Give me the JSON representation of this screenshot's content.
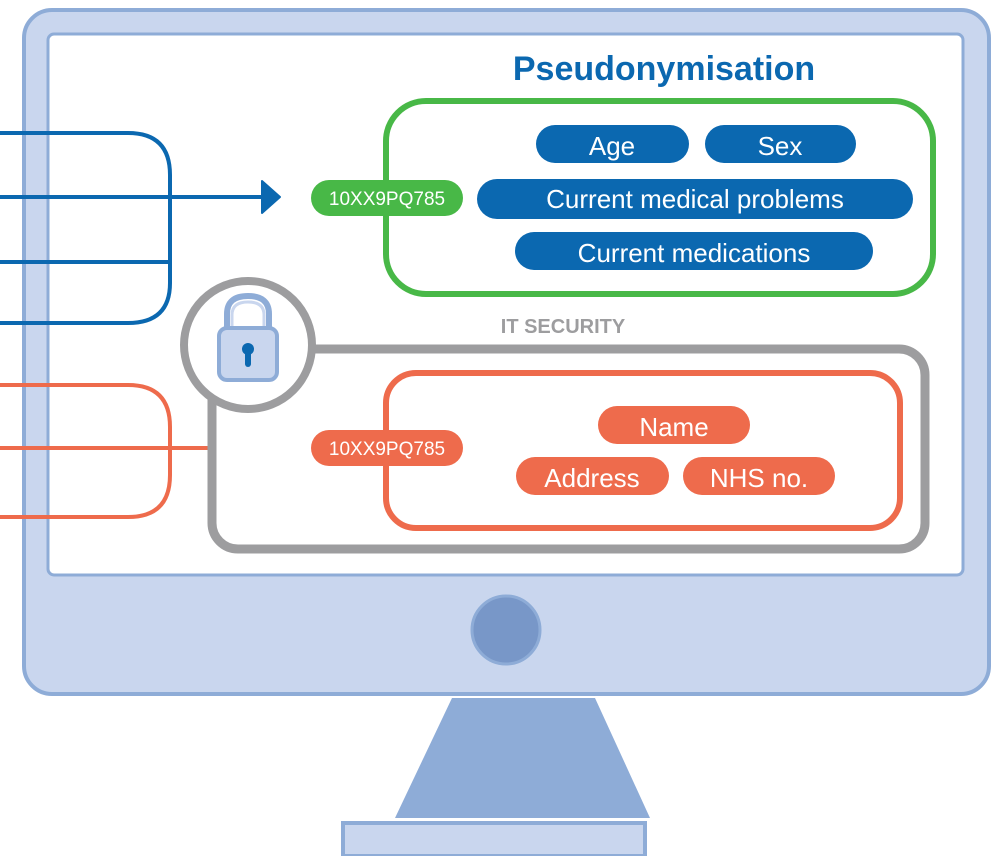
{
  "colors": {
    "monitor_fill": "#c9d6ee",
    "monitor_stroke": "#8eacd7",
    "screen_fill": "#ffffff",
    "stand_fill": "#8eacd7",
    "button_fill": "#7897c8",
    "blue": "#0b68b0",
    "green": "#48b847",
    "orange": "#ee6b4c",
    "gray": "#9d9d9f",
    "white_text": "#ffffff"
  },
  "title": "Pseudonymisation",
  "security_label": "IT SECURITY",
  "pseudonymised": {
    "id_code": "10XX9PQ785",
    "fields": [
      "Age",
      "Sex",
      "Current medical problems",
      "Current medications"
    ]
  },
  "secured": {
    "id_code": "10XX9PQ785",
    "fields": [
      "Name",
      "Address",
      "NHS no."
    ]
  },
  "icons": {
    "lock": "lock-icon",
    "monitor_button": "power-button-icon"
  }
}
